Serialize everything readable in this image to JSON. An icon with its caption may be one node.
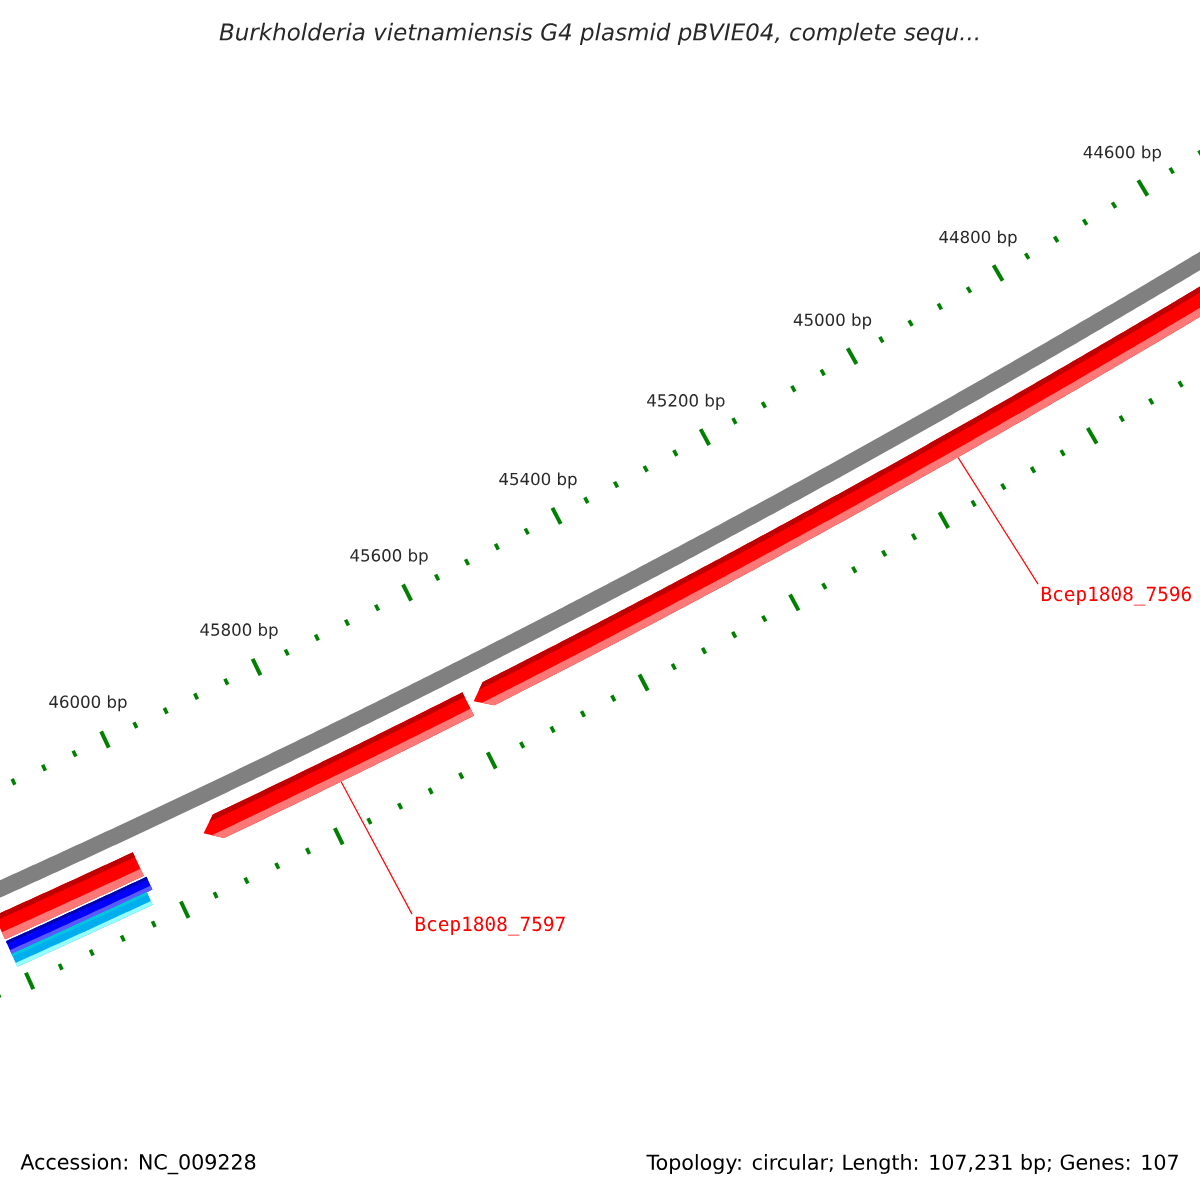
{
  "diagram": {
    "title": "Burkholderia vietnamiensis G4 plasmid pBVIE04, complete sequ...",
    "nodes": [
      {
        "text": [],
        "shape": "arrow"
      },
      {
        "text": [
          "Bcep1808_7596"
        ]
      },
      {
        "text": [],
        "shape": "arrow"
      },
      {
        "text": [
          "Bcep1808_7597"
        ]
      },
      {
        "text": [],
        "shape": "bar"
      },
      {
        "text": [],
        "shape": "bar"
      },
      {
        "text": [],
        "shape": "bar"
      }
    ],
    "edges": [
      {
        "from": 1,
        "to": 0,
        "arrow": "none"
      },
      {
        "from": 3,
        "to": 2,
        "arrow": "none"
      }
    ],
    "labels": [
      "44600 bp",
      "44800 bp",
      "45000 bp",
      "45200 bp",
      "45400 bp",
      "45600 bp",
      "45800 bp",
      "46000 bp",
      "Accession: NC_009228",
      "Topology: circular; Length: 107,231 bp; Genes: 107"
    ]
  }
}
